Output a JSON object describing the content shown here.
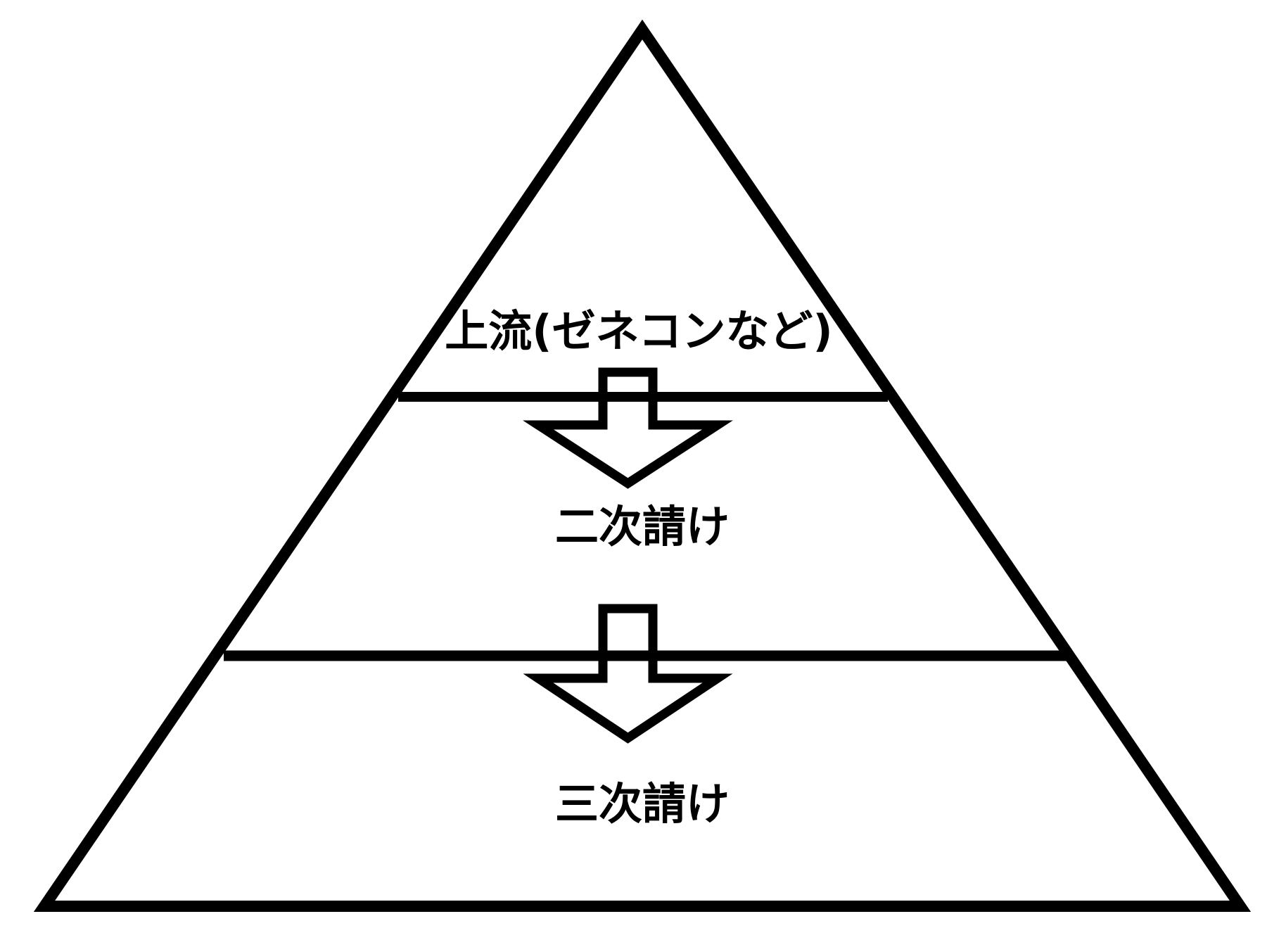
{
  "diagram": {
    "type": "pyramid-hierarchy",
    "background_color": "#ffffff",
    "line_color": "#000000",
    "fill_color": "#ffffff",
    "tiers": [
      {
        "id": "tier-1",
        "level": 1,
        "label": "上流(ゼネコンなど)"
      },
      {
        "id": "tier-2",
        "level": 2,
        "label": "二次請け"
      },
      {
        "id": "tier-3",
        "level": 3,
        "label": "三次請け"
      }
    ],
    "connectors": [
      {
        "icon": "down-arrow-icon",
        "from": "tier-1",
        "to": "tier-2"
      },
      {
        "icon": "down-arrow-icon",
        "from": "tier-2",
        "to": "tier-3"
      }
    ]
  }
}
